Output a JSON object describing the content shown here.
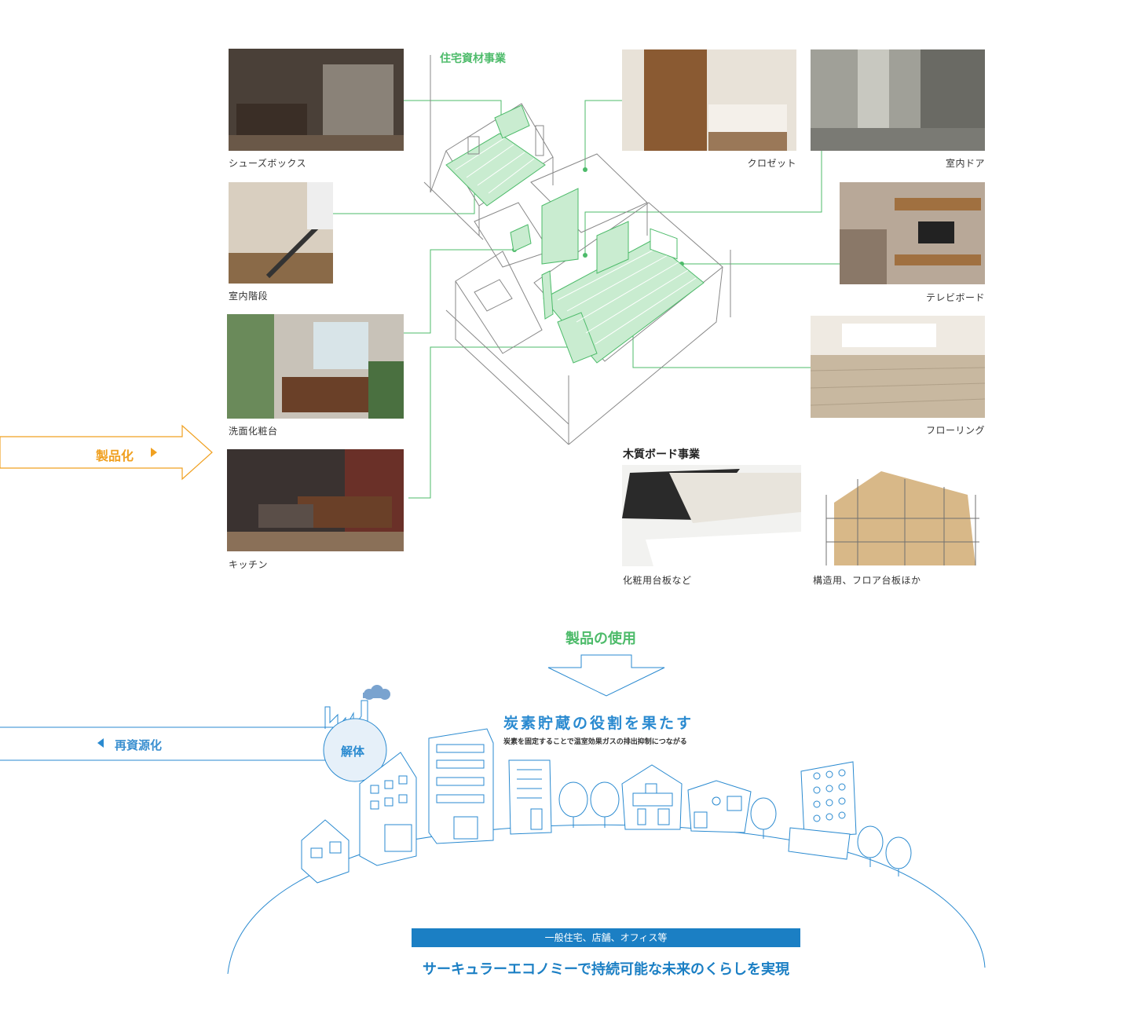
{
  "sections": {
    "housing": "住宅資材事業",
    "board": "木質ボード事業"
  },
  "products_left": [
    {
      "label": "シューズボックス"
    },
    {
      "label": "室内階段"
    },
    {
      "label": "洗面化粧台"
    },
    {
      "label": "キッチン"
    }
  ],
  "products_right": [
    {
      "label": "クロゼット"
    },
    {
      "label": "室内ドア"
    },
    {
      "label": "テレビボード"
    },
    {
      "label": "フローリング"
    }
  ],
  "boards": [
    {
      "label": "化粧用台板など"
    },
    {
      "label": "構造用、フロア台板ほか"
    }
  ],
  "flow": {
    "productization": "製品化",
    "recycle": "再資源化",
    "usage": "製品の使用",
    "demolition": "解体"
  },
  "carbon": {
    "title": "炭素貯蔵の役割を果たす",
    "subtitle": "炭素を固定することで温室効果ガスの排出抑制につながる"
  },
  "bottom": {
    "bar": "一般住宅、店舗、オフィス等",
    "title": "サーキュラーエコノミーで持続可能な未来のくらしを実現"
  },
  "colors": {
    "green": "#4dbb6a",
    "orange": "#f0a020",
    "blue": "#1b7fc4"
  }
}
